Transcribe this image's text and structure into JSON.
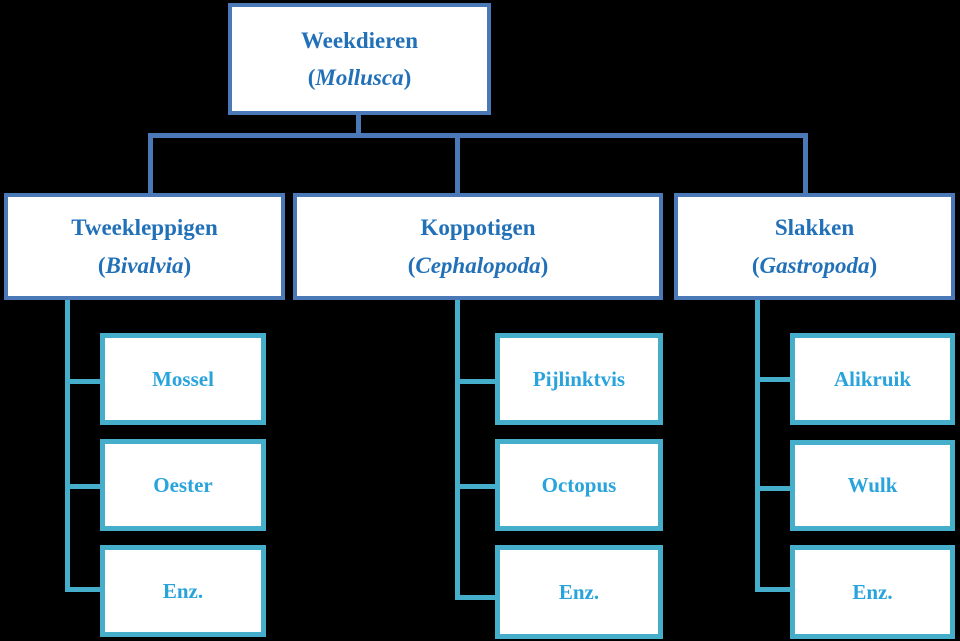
{
  "colors": {
    "background": "#000000",
    "box_fill": "#ffffff",
    "parent_border": "#4b79b7",
    "parent_text": "#2271b8",
    "leaf_border": "#44aecb",
    "leaf_text": "#29a3dc"
  },
  "symbols": {
    "open_paren": "(",
    "close_paren": ")"
  },
  "tree": {
    "root": {
      "label": "Weekdieren",
      "latin": "Mollusca"
    },
    "branches": [
      {
        "label": "Tweekleppigen",
        "latin": "Bivalvia",
        "leaves": [
          "Mossel",
          "Oester",
          "Enz."
        ]
      },
      {
        "label": "Koppotigen",
        "latin": "Cephalopoda",
        "leaves": [
          "Pijlinktvis",
          "Octopus",
          "Enz."
        ]
      },
      {
        "label": "Slakken",
        "latin": "Gastropoda",
        "leaves": [
          "Alikruik",
          "Wulk",
          "Enz."
        ]
      }
    ]
  }
}
